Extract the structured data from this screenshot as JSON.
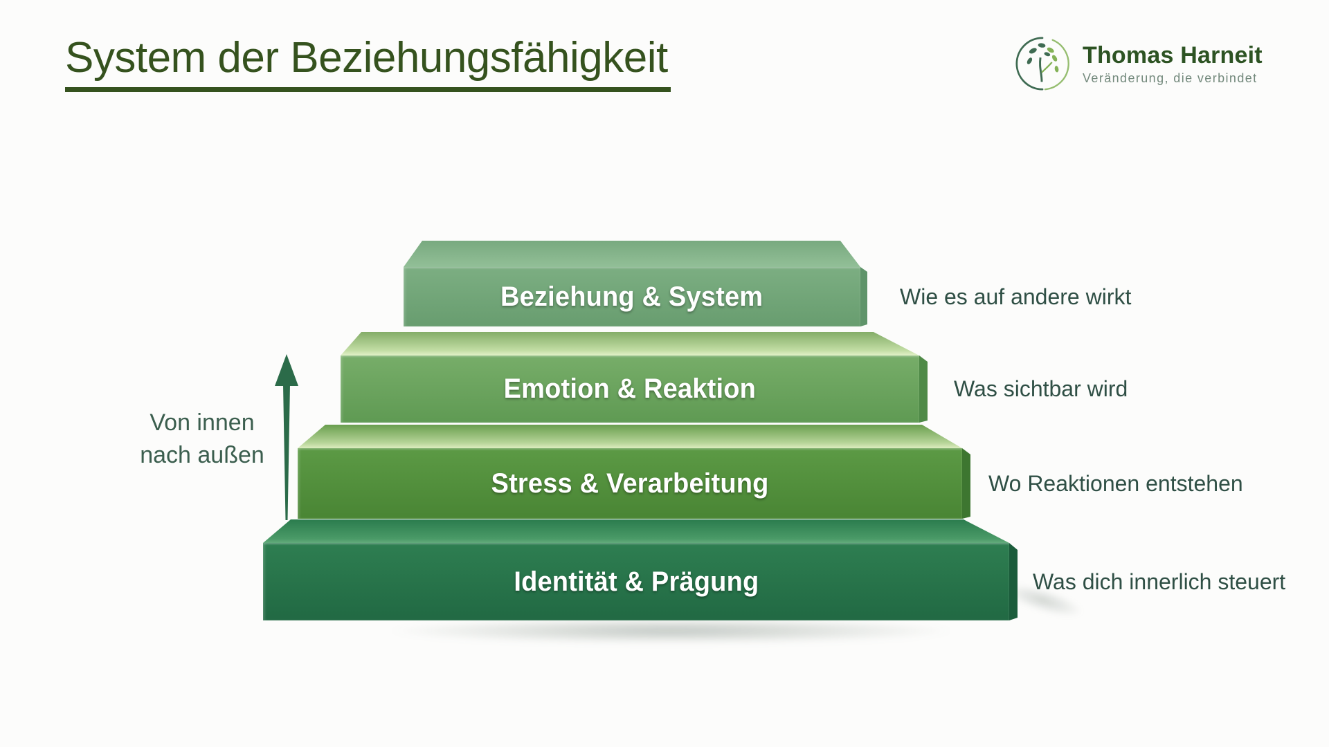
{
  "slide": {
    "title": "System der Beziehungsfähigkeit"
  },
  "logo": {
    "name": "Thomas Harneit",
    "tagline": "Veränderung, die verbindet"
  },
  "diagram": {
    "direction_label": {
      "line1": "Von innen",
      "line2": "nach außen"
    },
    "layers": [
      {
        "id": "beziehung-system",
        "label": "Beziehung & System",
        "annotation": "Wie es auf andere wirkt"
      },
      {
        "id": "emotion-reaktion",
        "label": "Emotion & Reaktion",
        "annotation": "Was sichtbar wird"
      },
      {
        "id": "stress-verarbeitung",
        "label": "Stress & Verarbeitung",
        "annotation": "Wo Reaktionen entstehen"
      },
      {
        "id": "identitaet-praegung",
        "label": "Identität & Prägung",
        "annotation": "Was dich innerlich steuert"
      }
    ]
  },
  "colors": {
    "title-text": "#35521e",
    "underline": "#35521e",
    "logo-name": "#2d5323",
    "logo-tagline": "#73897c",
    "logo-mark-dark": "#3f6b52",
    "logo-mark-light": "#83b156",
    "annotation-text": "#2f4f45",
    "direction-text": "#3b5e4e",
    "arrow": "#2b6b49",
    "l1-front-a": "#7cae82",
    "l1-front-b": "#689d6f",
    "l1-top-a": "#78a97f",
    "l1-top-b": "#92bf97",
    "l1-side": "#5f946a",
    "l2-front-a": "#77ad69",
    "l2-front-b": "#5f9a53",
    "l2-top-a": "#84ad68",
    "l2-top-b": "#c2dda4",
    "l2-top-c": "#e2f1c8",
    "l2-side": "#4f8a47",
    "l3-front-a": "#5c9a45",
    "l3-front-b": "#498534",
    "l3-top-a": "#699e4e",
    "l3-top-b": "#b7d599",
    "l3-top-c": "#dcedbf",
    "l3-side": "#3d7630",
    "l4-front-a": "#2e7e51",
    "l4-front-b": "#216943",
    "l4-top-a": "#2b7c4e",
    "l4-top-b": "#4a9a67",
    "l4-top-c": "#63ab7c",
    "l4-side": "#1b5c3b"
  }
}
